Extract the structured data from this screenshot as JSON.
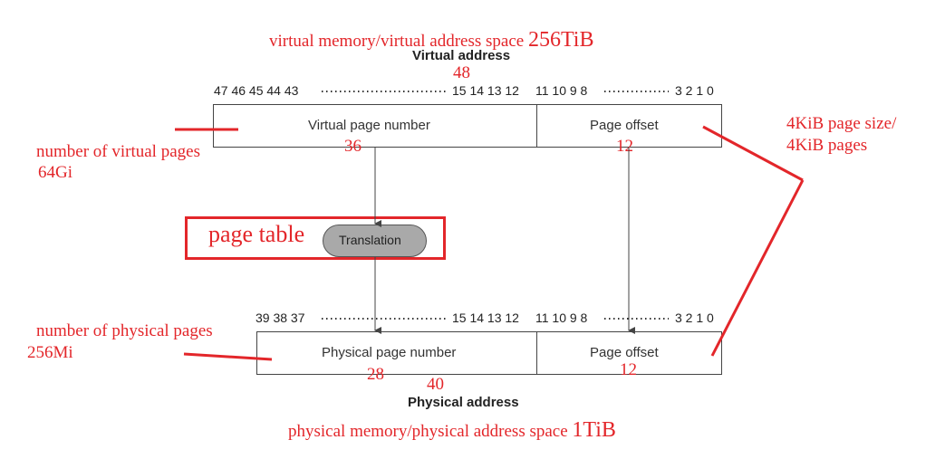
{
  "virtual": {
    "space_label_text": "virtual memory/virtual address space ",
    "space_label_size": "256TiB",
    "address_title": "Virtual address",
    "address_bits": "48",
    "bit_numbers_left": "47 46 45 44 43",
    "bit_numbers_mid": "15 14 13 12",
    "bit_numbers_right_a": "11 10 9 8",
    "bit_numbers_right_b": "3 2 1 0",
    "page_number_label": "Virtual page number",
    "page_number_bits": "36",
    "offset_label": "Page offset",
    "offset_bits": "12",
    "num_pages_label": "number of virtual pages",
    "num_pages_value": "64Gi"
  },
  "translation": {
    "label": "Translation",
    "annotation": "page table"
  },
  "page_size": {
    "line1": "4KiB page size/",
    "line2": "4KiB pages"
  },
  "physical": {
    "bit_numbers_left": "39 38 37",
    "bit_numbers_mid": "15 14 13 12",
    "bit_numbers_right_a": "11 10 9 8",
    "bit_numbers_right_b": "3 2 1 0",
    "page_number_label": "Physical page number",
    "page_number_bits": "28",
    "offset_label": "Page offset",
    "offset_bits": "12",
    "address_bits": "40",
    "address_title": "Physical address",
    "space_label_text": "physical memory/physical address space ",
    "space_label_size": "1TiB",
    "num_pages_label": "number of physical pages",
    "num_pages_value": "256Mi"
  },
  "colors": {
    "annotation": "#e3262a",
    "box_border": "#444444",
    "translation_fill": "#a9a9a9"
  }
}
